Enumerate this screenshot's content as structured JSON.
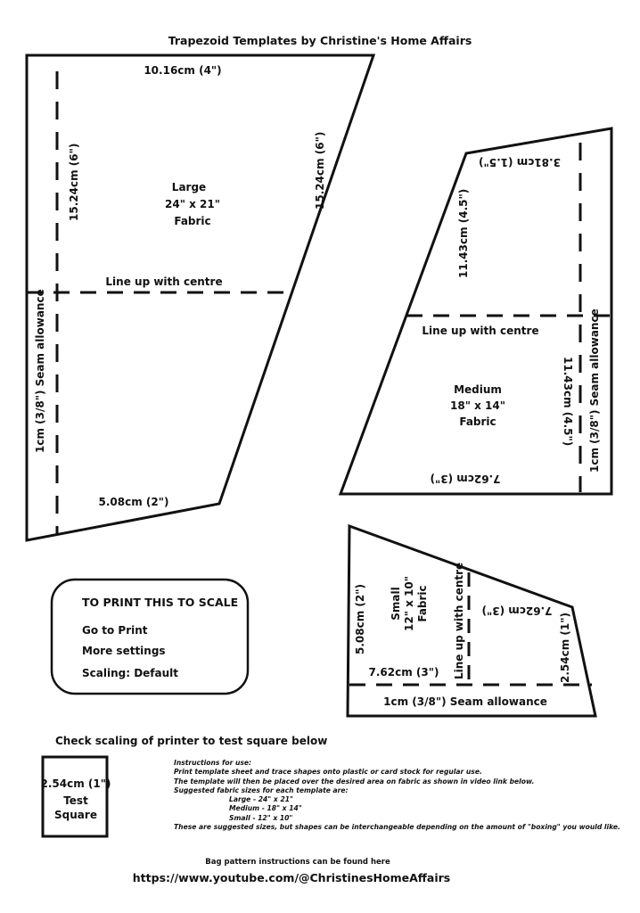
{
  "title": "Trapezoid Templates by Christine's Home Affairs",
  "large": {
    "top": "10.16cm (4\")",
    "left": "15.24cm (6\")",
    "slant": "15.24cm (6\")",
    "name": "Large",
    "size": "24\" x 21\"",
    "fabric": "Fabric",
    "centre": "Line up with centre",
    "seam": "1cm (3/8\") Seam allowance",
    "bottom": "5.08cm (2\")"
  },
  "medium": {
    "top": "3.81cm (1.5\")",
    "left": "11.43cm (4.5\")",
    "centre": "Line up with centre",
    "name": "Medium",
    "size": "18\" x 14\"",
    "fabric": "Fabric",
    "right": "11.43cm (4.5\")",
    "seam": "1cm (3/8\") Seam allowance",
    "bottom": "7.62cm (3\")"
  },
  "small": {
    "left": "5.08cm (2\")",
    "name": "Small",
    "size": "12\" x 10\"",
    "fabric": "Fabric",
    "centre": "Line up with centre",
    "top_right": "7.62cm (3\")",
    "right": "2.54cm (1\")",
    "inner_bottom": "7.62cm (3\")",
    "seam": "1cm (3/8\") Seam allowance"
  },
  "print_box": {
    "heading": "TO PRINT THIS TO SCALE",
    "line1": "Go to Print",
    "line2": "More settings",
    "line3": "Scaling:  Default"
  },
  "check_scaling": "Check scaling of printer to test square below",
  "test_square": {
    "size": "2.54cm (1\")",
    "line1": "Test",
    "line2": "Square"
  },
  "instructions": {
    "heading": "Instructions for use:",
    "line1": "Print template sheet and trace shapes onto plastic or card stock for regular use.",
    "line2": "The template will then be placed over the desired area on fabric as shown in video link below.",
    "line3": "Suggested fabric sizes for each template are:",
    "size1": "Large - 24\" x 21\"",
    "size2": "Medium - 18\" x 14\"",
    "size3": "Small - 12\" x 10\"",
    "line4": "These are suggested sizes, but shapes can be interchangeable depending on the amount of \"boxing\" you would like."
  },
  "footer": {
    "note": "Bag pattern instructions can be found here",
    "url": "https://www.youtube.com/@ChristinesHomeAffairs"
  }
}
